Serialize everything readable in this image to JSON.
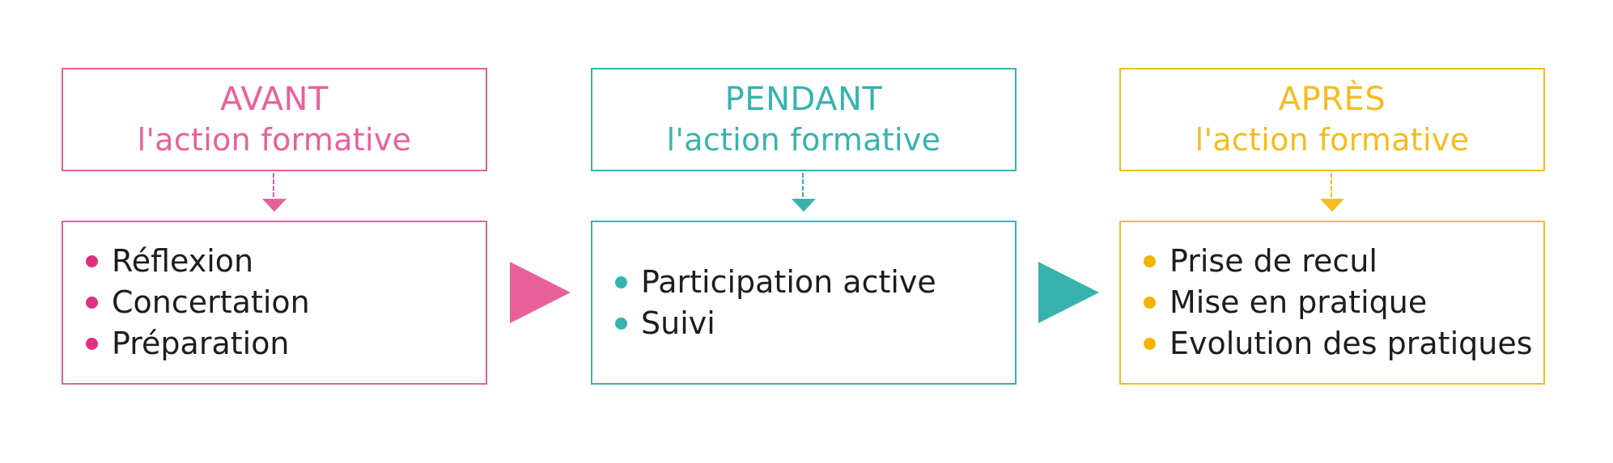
{
  "colors": {
    "avant": "#e8609a",
    "avant_bullet": "#e0307f",
    "pendant": "#37b3ae",
    "apres": "#f4bd1d",
    "apres_bullet": "#f4b400",
    "text": "#1d1d1d"
  },
  "phases": [
    {
      "title": "AVANT",
      "subtitle": "l'action formative",
      "items": [
        "Réflexion",
        "Concertation",
        "Préparation"
      ]
    },
    {
      "title": "PENDANT",
      "subtitle": "l'action formative",
      "items": [
        "Participation active",
        "Suivi"
      ]
    },
    {
      "title": "APRÈS",
      "subtitle": "l'action formative",
      "items": [
        "Prise de recul",
        "Mise en pratique",
        "Evolution des pratiques"
      ]
    }
  ]
}
